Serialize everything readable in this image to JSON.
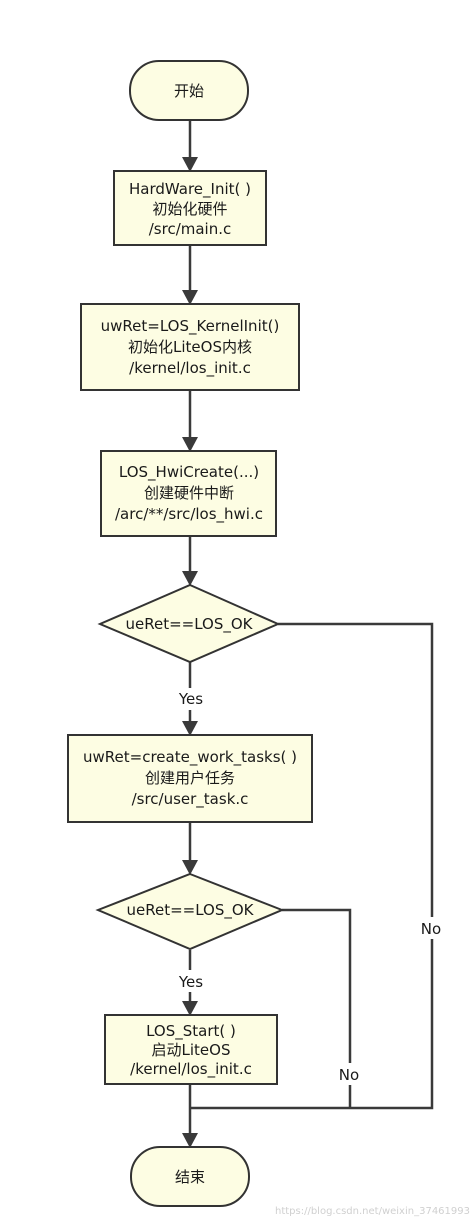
{
  "flowchart": {
    "start": "开始",
    "hardware_init": [
      "HardWare_Init( )",
      "初始化硬件",
      "/src/main.c"
    ],
    "kernel_init": [
      "uwRet=LOS_KernelInit()",
      "初始化LiteOS内核",
      "/kernel/los_init.c"
    ],
    "hwi_create": [
      "LOS_HwiCreate(...)",
      "创建硬件中断",
      "/arc/**/src/los_hwi.c"
    ],
    "decision1": "ueRet==LOS_OK",
    "create_tasks": [
      "uwRet=create_work_tasks( )",
      "创建用户任务",
      "/src/user_task.c"
    ],
    "decision2": "ueRet==LOS_OK",
    "los_start": [
      "LOS_Start( )",
      "启动LiteOS",
      "/kernel/los_init.c"
    ],
    "end": "结束",
    "edge_yes_1": "Yes",
    "edge_no_1": "No",
    "edge_yes_2": "Yes",
    "edge_no_2": "No"
  },
  "watermark": "https://blog.csdn.net/weixin_37461993"
}
